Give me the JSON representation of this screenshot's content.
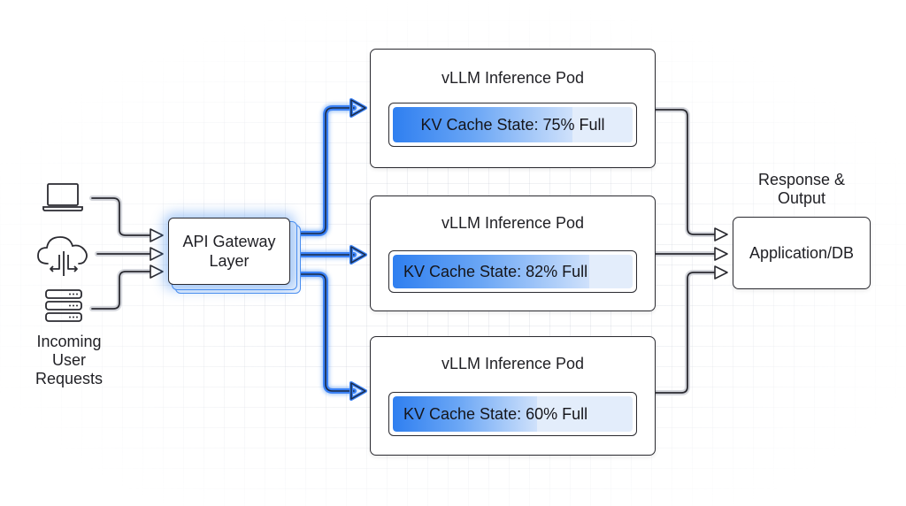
{
  "diagram": {
    "sources": {
      "icons": [
        "laptop-icon",
        "cloud-transfer-icon",
        "server-stack-icon"
      ],
      "label_lines": [
        "Incoming",
        "User",
        "Requests"
      ]
    },
    "gateway": {
      "label_lines": [
        "API Gateway",
        "Layer"
      ]
    },
    "pods": [
      {
        "title": "vLLM Inference Pod",
        "kv_label": "KV Cache State: 75% Full",
        "kv_fill_percent": 75,
        "label_align": "center"
      },
      {
        "title": "vLLM Inference Pod",
        "kv_label": "KV Cache State: 82% Full",
        "kv_fill_percent": 82,
        "label_align": "left"
      },
      {
        "title": "vLLM Inference Pod",
        "kv_label": "KV Cache State: 60% Full",
        "kv_fill_percent": 60,
        "label_align": "left"
      }
    ],
    "output": {
      "heading_lines": [
        "Response &",
        "Output"
      ],
      "box_label": "Application/DB"
    },
    "colors": {
      "accent_blue": "#3b82f6",
      "line_dark": "#2a2a30",
      "kv_fill_start": "#2f7ff0",
      "kv_track": "#e3edfb"
    }
  }
}
